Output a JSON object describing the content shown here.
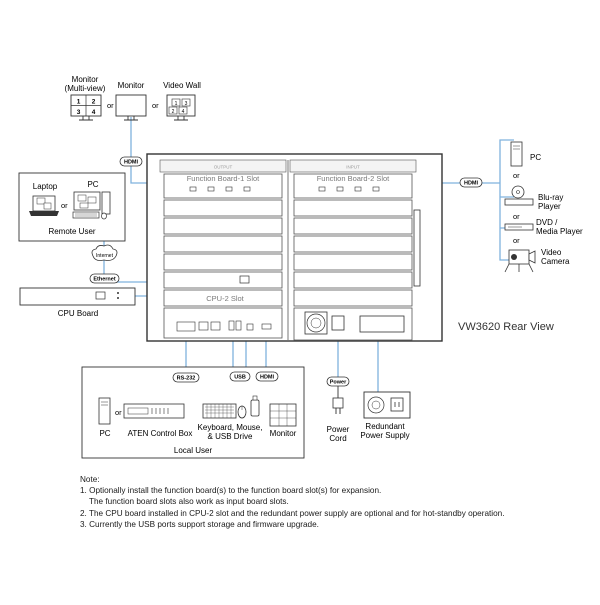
{
  "top": {
    "monitor_multiview_label": "Monitor\n(Multi-view)",
    "multiview_cells": [
      "1",
      "2",
      "3",
      "4"
    ],
    "or1": "or",
    "monitor_label": "Monitor",
    "or2": "or",
    "videowall_label": "Video Wall",
    "videowall_cells": [
      "1",
      "3",
      "2",
      "4"
    ],
    "hdmi_tag": "HDMI"
  },
  "remote": {
    "laptop_label": "Laptop",
    "pc_label": "PC",
    "or": "or",
    "box_label": "Remote User",
    "internet_tag": "Internet",
    "ethernet_tag": "Ethernet"
  },
  "cpu_board_label": "CPU Board",
  "chassis": {
    "slot1_label": "Function Board-1 Slot",
    "slot2_label": "Function Board-2 Slot",
    "cpu2_label": "CPU-2 Slot",
    "rear_view_label": "VW3620 Rear View",
    "top_marks": [
      "OUTPUT",
      "INPUT"
    ]
  },
  "right": {
    "hdmi_tag": "HDMI",
    "pc_label": "PC",
    "or1": "or",
    "bluray_label": "Blu-ray\nPlayer",
    "or2": "or",
    "dvd_label": "DVD /\nMedia Player",
    "or3": "or",
    "camera_label": "Video\nCamera"
  },
  "local": {
    "rs232_tag": "RS-232",
    "usb_tag": "USB",
    "hdmi_tag": "HDMI",
    "pc_label": "PC",
    "or": "or",
    "control_box_label": "ATEN Control Box",
    "kbd_label": "Keyboard, Mouse,\n& USB Drive",
    "monitor_label": "Monitor",
    "box_label": "Local User"
  },
  "power": {
    "power_tag": "Power",
    "cord_label": "Power\nCord",
    "redundant_label": "Redundant\nPower Supply"
  },
  "notes": {
    "title": "Note:",
    "lines": [
      "1. Optionally install the function board(s) to the function board slot(s) for expansion.",
      "The function board slots also work as input board slots.",
      "2. The CPU board installed in CPU-2 slot and the redundant power supply are optional and for hot-standby operation.",
      "3. Currently the USB ports support storage and firmware upgrade."
    ]
  },
  "colors": {
    "line": "#333333",
    "cable": "#7fb2dd",
    "tag_fill": "#ffffff",
    "panel": "#ffffff",
    "slot_text": "#7a7a7a"
  }
}
